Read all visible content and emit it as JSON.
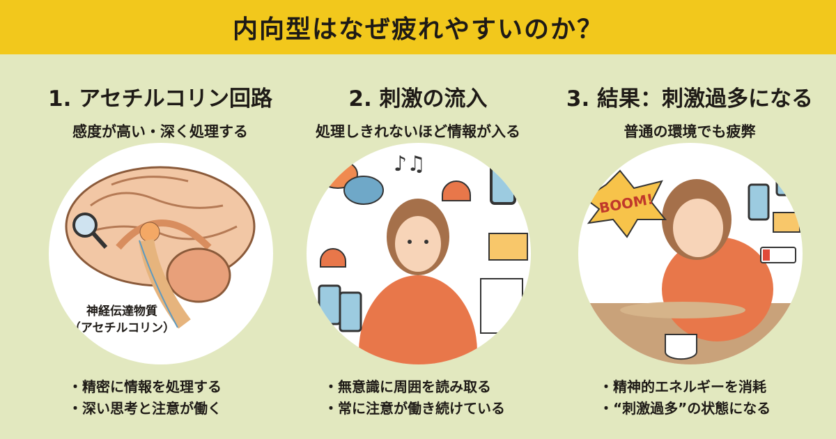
{
  "title": "内向型はなぜ疲れやすいのか？",
  "sections": [
    {
      "heading": "1. アセチルコリン回路",
      "subheading": "感度が高い・深く処理する",
      "illustration_labels": [
        "神経伝達物質",
        "（アセチルコリン）"
      ],
      "bullets": [
        "精密に情報を処理する",
        "深い思考と注意が働く"
      ]
    },
    {
      "heading": "2. 刺激の流入",
      "subheading": "処理しきれないほど情報が入る",
      "bullets": [
        "無意識に周囲を読み取る",
        "常に注意が働き続けている"
      ]
    },
    {
      "heading": "3. 結果：刺激過多になる",
      "subheading": "普通の環境でも疲弊",
      "illustration_labels": [
        "BOOM!"
      ],
      "bullets": [
        "精神的エネルギーを消耗",
        "“刺激過多”の状態になる"
      ]
    }
  ],
  "colors": {
    "header": "#f2c81c",
    "background": "#e2e8bf",
    "accent": "#e8774a"
  }
}
